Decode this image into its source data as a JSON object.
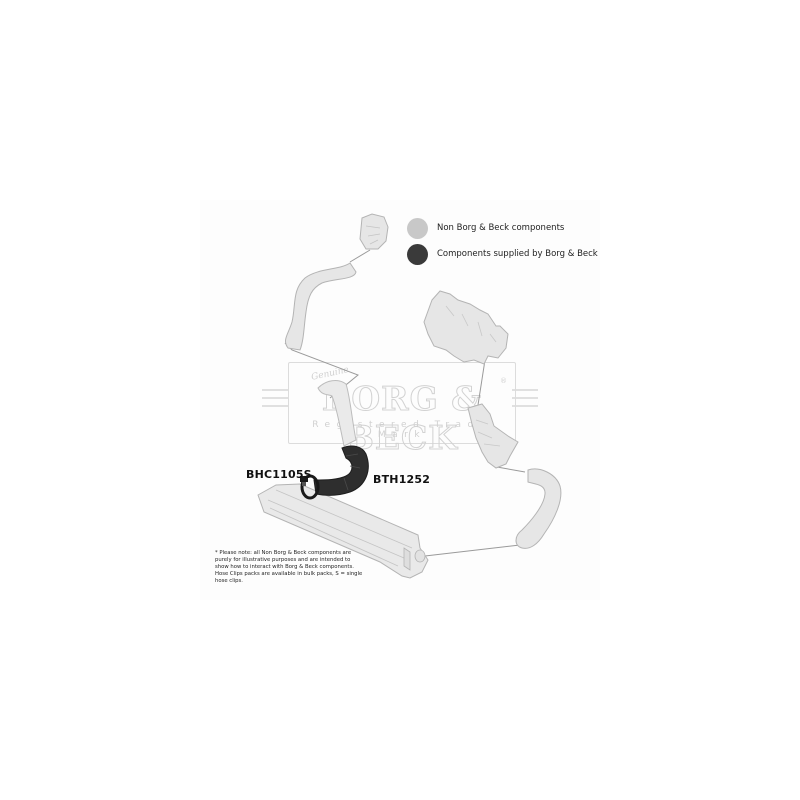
{
  "legend": {
    "items": [
      {
        "label": "Non Borg & Beck components",
        "color": "#c8c8c8"
      },
      {
        "label": "Components supplied by Borg & Beck",
        "color": "#3a3a3a"
      }
    ]
  },
  "parts": {
    "clip": {
      "code": "BHC1105S"
    },
    "hose": {
      "code": "BTH1252"
    }
  },
  "note": {
    "text": "* Please note: all Non Borg & Beck components are purely for illustrative purposes and are intended to show how to interact with Borg & Beck components. Hose Clips packs are available in bulk packs, S = single hose clips."
  },
  "watermark": {
    "genuine": "Genuine",
    "brand": "BORG & BECK",
    "registered_symbol": "®",
    "subtitle": "Registered Trade Mark"
  },
  "colors": {
    "non_bb_fill": "#e6e6e6",
    "non_bb_stroke": "#b4b4b4",
    "bb_fill": "#2e2e2e",
    "leader_line": "#9a9a9a"
  }
}
